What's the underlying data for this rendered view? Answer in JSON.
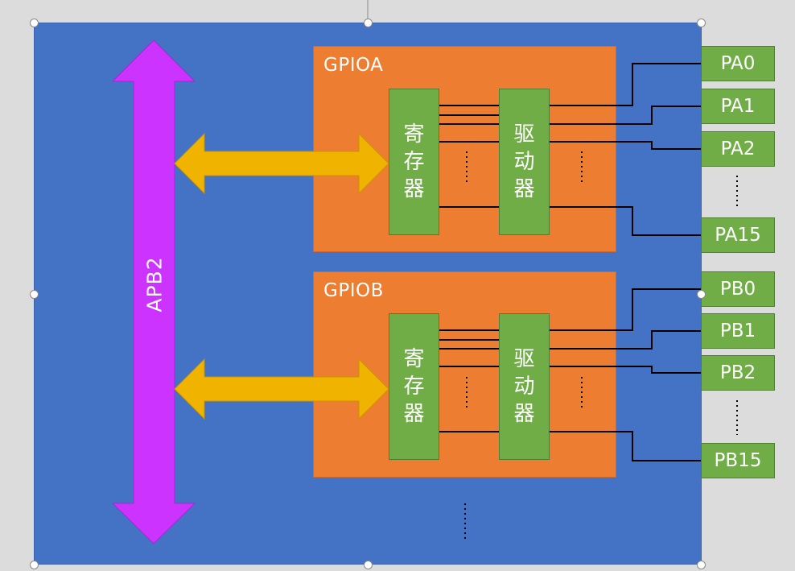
{
  "colors": {
    "board": "#4472c4",
    "gpio_block": "#ed7d31",
    "component": "#70ad47",
    "bus_arrow": "#cc33ff",
    "data_arrow": "#f0b400",
    "wire": "#000000"
  },
  "bus": {
    "label": "APB2"
  },
  "gpio_blocks": [
    {
      "title": "GPIOA",
      "register_label": "寄\n存\n器",
      "driver_label": "驱\n动\n器",
      "pins": [
        "PA0",
        "PA1",
        "PA2",
        "PA15"
      ],
      "ellipsis": "⋮"
    },
    {
      "title": "GPIOB",
      "register_label": "寄\n存\n器",
      "driver_label": "驱\n动\n器",
      "pins": [
        "PB0",
        "PB1",
        "PB2",
        "PB15"
      ],
      "ellipsis": "⋮"
    }
  ]
}
